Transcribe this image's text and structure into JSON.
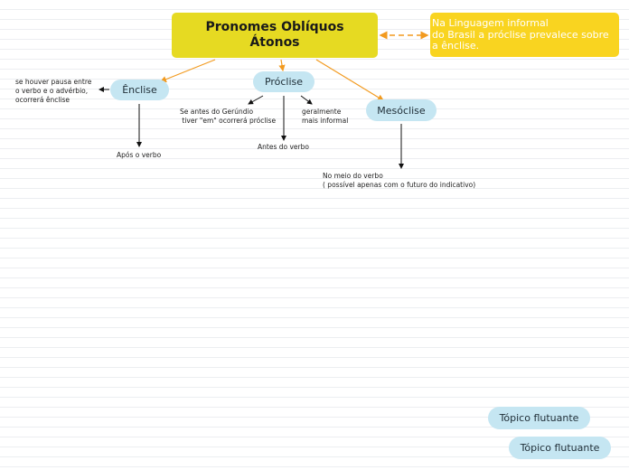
{
  "central_topic": "Pronomes Oblíquos Átonos",
  "callout_note": "Na Linguagem informal\ndo Brasil a próclise prevalece sobre a ênclise.",
  "topics": {
    "enclise": "Ênclise",
    "proclise": "Próclise",
    "mesoclise": "Mesóclise"
  },
  "notes": {
    "enclise_pause": "se houver pausa entre\no verbo e o advérbio,\nocorrerá ênclise",
    "enclise_position": "Após o verbo",
    "proclise_gerund": "Se antes do Gerúndio\n tiver \"em\" ocorrerá próclise",
    "proclise_informal": "geralmente\nmais informal",
    "proclise_position": "Antes do verbo",
    "mesoclise_position": "No meio do verbo\n( possível apenas com o futuro do indicativo)"
  },
  "floating_topics": [
    "Tópico flutuante",
    "Tópico flutuante"
  ],
  "colors": {
    "central": "#e6da22",
    "callout": "#f9d420",
    "subtopic": "#c5e6f2",
    "connector": "#f29a1f",
    "arrow": "#111111"
  }
}
